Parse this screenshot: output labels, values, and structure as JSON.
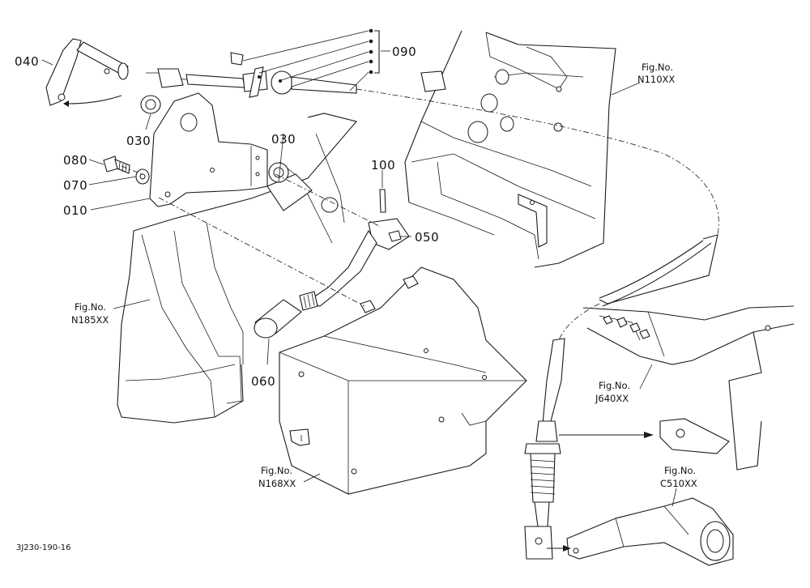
{
  "callouts": {
    "p010": "010",
    "p030a": "030",
    "p030b": "030",
    "p040": "040",
    "p050": "050",
    "p060": "060",
    "p070": "070",
    "p080": "080",
    "p090": "090",
    "p100": "100"
  },
  "fig_refs": {
    "n110": {
      "label": "Fig.No.",
      "code": "N110XX"
    },
    "n185": {
      "label": "Fig.No.",
      "code": "N185XX"
    },
    "n168": {
      "label": "Fig.No.",
      "code": "N168XX"
    },
    "j640": {
      "label": "Fig.No.",
      "code": "J640XX"
    },
    "c510": {
      "label": "Fig.No.",
      "code": "C510XX"
    }
  },
  "drawing_code": "3J230-190-16"
}
